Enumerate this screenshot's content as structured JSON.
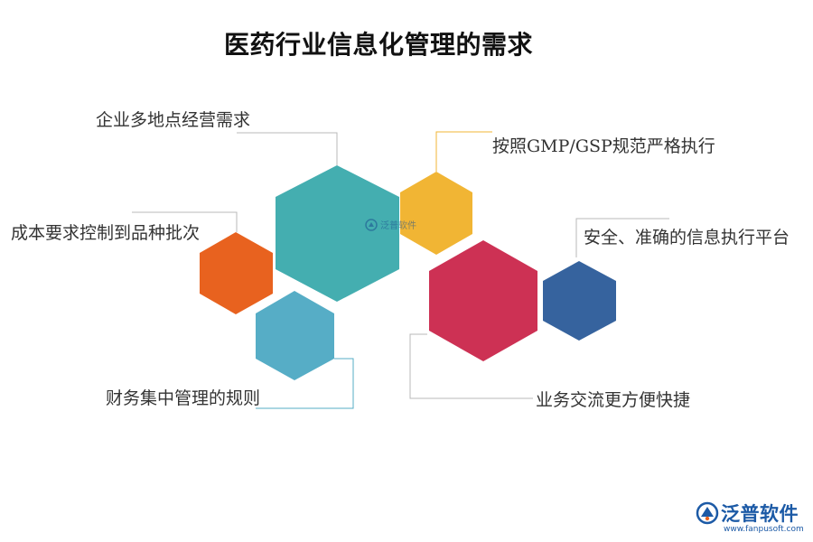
{
  "title": "医药行业信息化管理的需求",
  "labels": {
    "item1": "企业多地点经营需求",
    "item2": "按照GMP/GSP规范严格执行",
    "item3": "成本要求控制到品种批次",
    "item4": "安全、准确的信息执行平台",
    "item5": "财务集中管理的规则",
    "item6": "业务交流更方便快捷"
  },
  "colors": {
    "hex_teal": "#44aeb0",
    "hex_yellow": "#f1b534",
    "hex_orange": "#e8621f",
    "hex_light_blue": "#56adc6",
    "hex_red": "#cd3154",
    "hex_navy": "#36639e",
    "connector": "#b8b8b8",
    "brand": "#1c5aa6"
  },
  "watermark": {
    "text": "泛普软件"
  },
  "brand": {
    "name": "泛普软件",
    "url": "www.fanpusoft.com",
    "icon": "fanpu-logo-icon"
  }
}
